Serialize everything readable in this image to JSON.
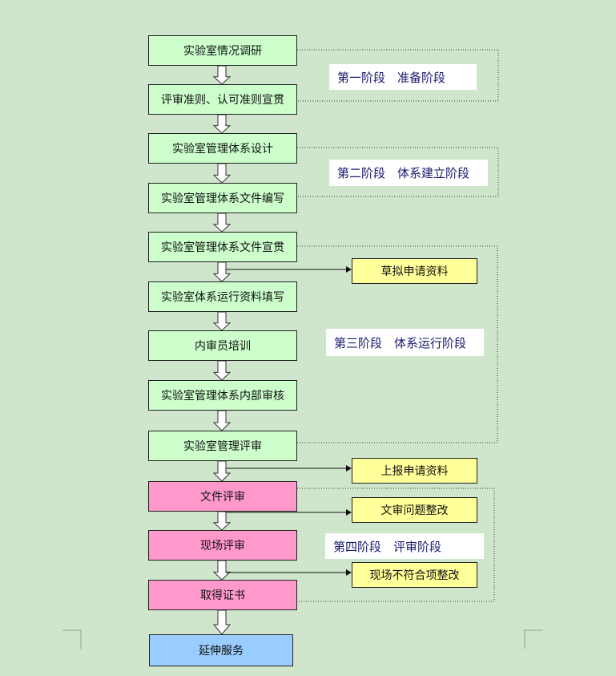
{
  "steps": [
    "实验室情况调研",
    "评审准则、认可准则宣贯",
    "实验室管理体系设计",
    "实验室管理体系文件编写",
    "实验室管理体系文件宣贯",
    "实验室体系运行资料填写",
    "内审员培训",
    "实验室管理体系内部审核",
    "实验室管理评审",
    "文件评审",
    "现场评审",
    "取得证书",
    "延伸服务"
  ],
  "side": [
    "草拟申请资料",
    "上报申请资料",
    "文审问题整改",
    "现场不符合项整改"
  ],
  "stages": [
    "第一阶段　准备阶段",
    "第二阶段　体系建立阶段",
    "第三阶段　体系运行阶段",
    "第四阶段　评审阶段"
  ],
  "colors": {
    "green": "#ccffcc",
    "pink": "#ff99cc",
    "yellow": "#ffff99",
    "blue": "#99ccff"
  }
}
